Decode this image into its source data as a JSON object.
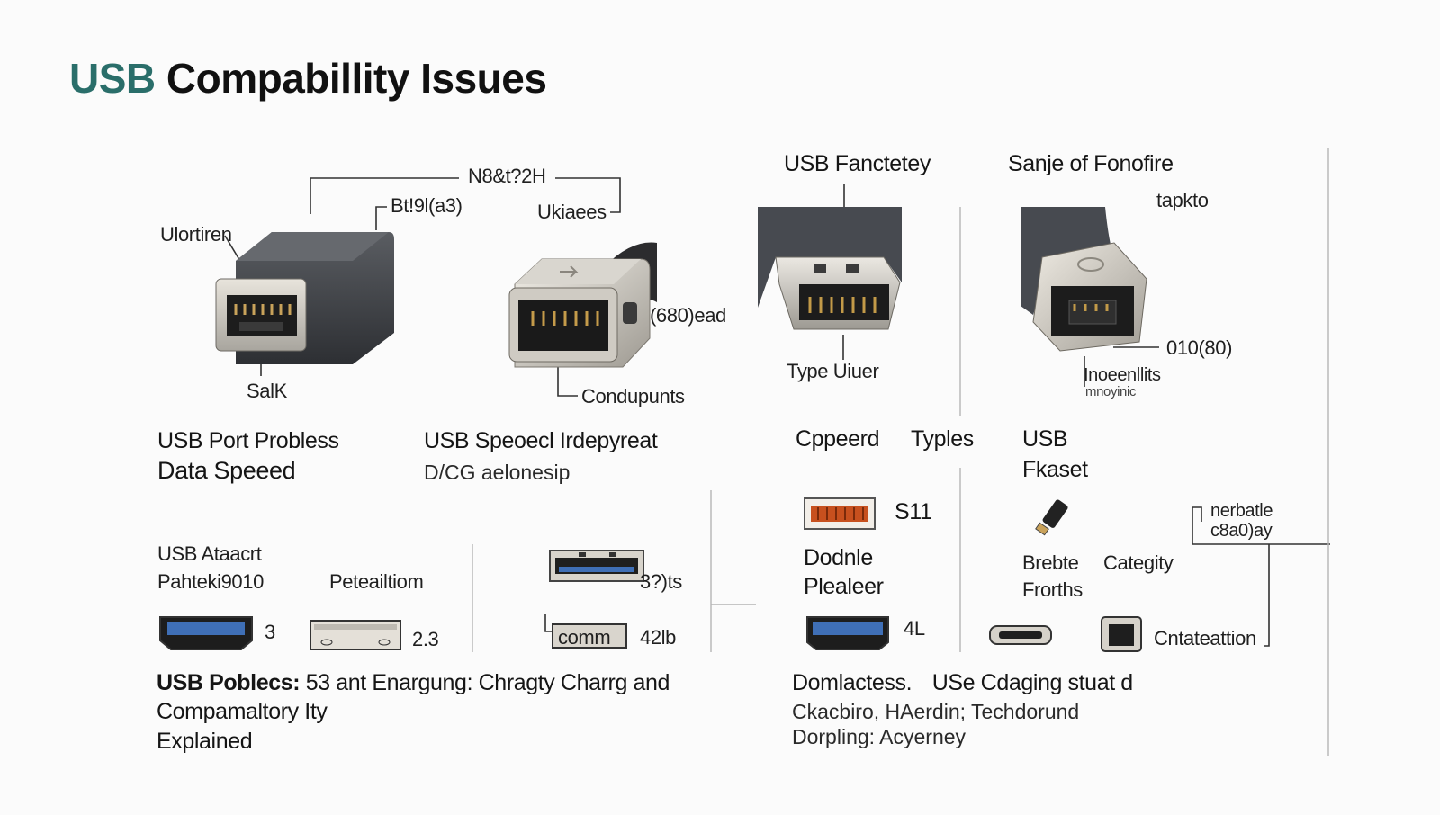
{
  "title": {
    "accent": "USB",
    "rest": "Compabillity Issues"
  },
  "callouts": {
    "top_center": "N8&t?2H",
    "bt": "Bt!9l(a3)",
    "ukiaees": "Ukiaees",
    "ulortiren": "Ulortiren",
    "c680": "(680)ead",
    "salk": "SalK",
    "conduprints": "Condupunts",
    "usb_fanctetey": "USB Fanctetey",
    "type_uiuer": "Type Uiuer",
    "sanje": "Sanje of Fonofire",
    "tapkto": "tapkto",
    "o10": "010(80)",
    "inoeenllits": "Inoeenllits",
    "inoeenllits_sub": "mnoyinic"
  },
  "row1": {
    "port_problems": "USB Port Probless",
    "data_speed": "Data Speeed",
    "speed_independent": "USB Speoecl Irdepyreat",
    "dcg": "D/CG aelonesip",
    "cppeerd": "Cppeerd",
    "types": "Typles",
    "usb": "USB",
    "fkaset": "Fkaset"
  },
  "row2": {
    "usb_ataart": "USB Ataacrt",
    "pahteki": "Pahteki9010",
    "peteailtiom": "Peteailtiom",
    "v3tb": "3?)ts",
    "s11": "S11",
    "dodnle": "Dodnle",
    "plealeer": "Plealeer",
    "brebte": "Brebte",
    "frorths": "Frorths",
    "categity": "Categity",
    "nerbatle": "nerbatle",
    "c8a0ay": "c8a0)ay"
  },
  "row3": {
    "n3": "3",
    "n23": "2.3",
    "comm": "comm",
    "v42lb": "42lb",
    "v4l": "4L",
    "cntateattion": "Cntateattion"
  },
  "footer_left": {
    "line1_bold": "USB Poblecs:",
    "line1_rest": "53 ant Enargung:  Chragty Charrg and",
    "line2": "Compamaltory Ity",
    "line3": "Explained"
  },
  "footer_right": {
    "line1_bold": "Domlactess.",
    "line1_rest": "USe Cdaging stuat d",
    "line2": "Ckacbiro, HAerdin; Techdorund",
    "line3": "Dorpling: Acyerney"
  },
  "colors": {
    "accent": "#2a6e6a",
    "blue_port": "#3f6fb6",
    "orange_port": "#c7501e"
  }
}
